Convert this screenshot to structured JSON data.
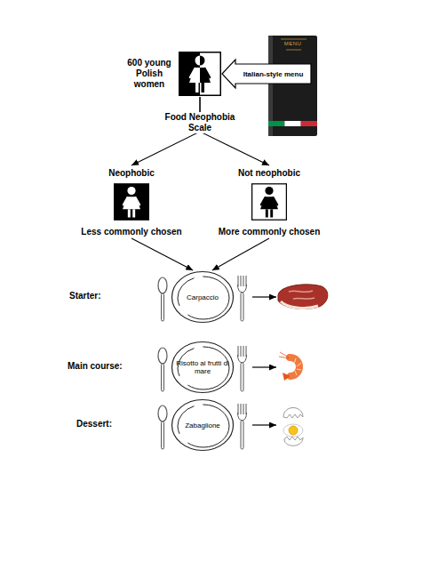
{
  "diagram": {
    "nodes": [
      {
        "text": [
          "600 young Polish women"
        ]
      },
      {
        "text": [
          "MENU"
        ]
      },
      {
        "text": [
          "Neophobic",
          "Less commonly chosen"
        ]
      },
      {
        "text": [
          "Not neophobic",
          "More commonly chosen"
        ]
      },
      {
        "text": [
          "Carpaccio"
        ]
      },
      {
        "text": [
          "Risotto ai frutti di mare"
        ]
      },
      {
        "text": [
          "Zabaglione"
        ]
      }
    ],
    "edges": [
      {
        "from": 1,
        "to": 0,
        "label": "Italian-style menu",
        "arrow": "to"
      },
      {
        "from": 0,
        "to": 2,
        "arrow": "to"
      },
      {
        "from": 0,
        "to": 3,
        "arrow": "to"
      },
      {
        "from": 2,
        "to": 4,
        "arrow": "to"
      },
      {
        "from": 3,
        "to": 4,
        "arrow": "to"
      }
    ],
    "labels": [
      "Food Neophobia Scale",
      "Starter:",
      "Main course:",
      "Dessert:"
    ]
  }
}
